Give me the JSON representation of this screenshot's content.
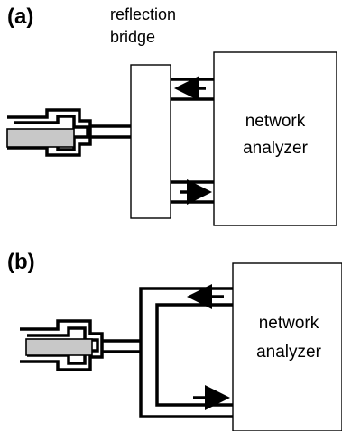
{
  "panel_a": {
    "label": "(a)",
    "bridge_caption": [
      "reflection",
      "bridge"
    ],
    "analyzer_text": [
      "network",
      "analyzer"
    ]
  },
  "panel_b": {
    "label": "(b)",
    "analyzer_text": [
      "network",
      "analyzer"
    ]
  }
}
